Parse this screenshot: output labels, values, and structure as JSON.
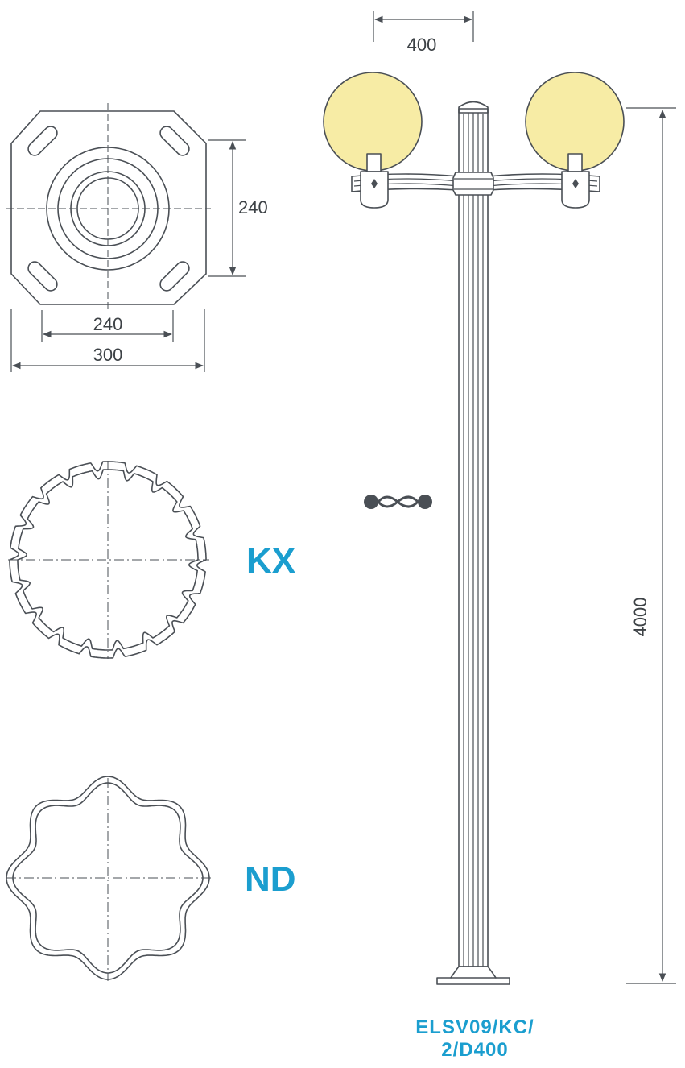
{
  "colors": {
    "line": "#4a4f55",
    "accent": "#1b9ecf",
    "globe": "#f7eca5"
  },
  "dimensions": {
    "base_inner_height": "240",
    "base_inner_width": "240",
    "base_outer_width": "300",
    "arm_span": "400",
    "pole_height": "4000"
  },
  "profiles": {
    "kx_label": "KX",
    "nd_label": "ND"
  },
  "product": {
    "code_line1": "ELSV09/KC/",
    "code_line2": "2/D400"
  }
}
